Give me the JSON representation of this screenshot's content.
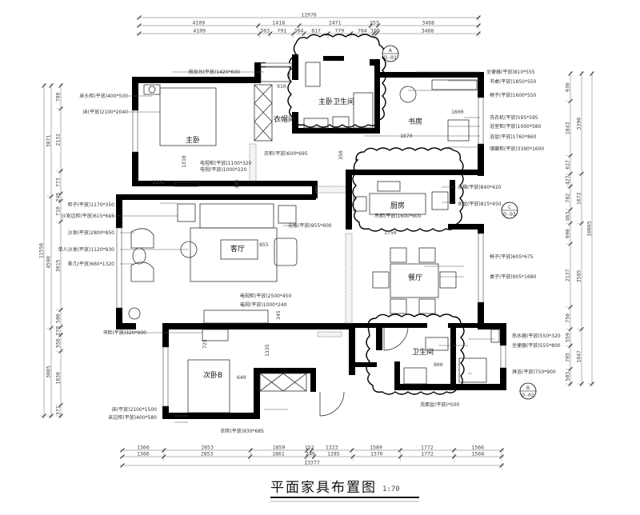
{
  "title": "平面家具布置图",
  "scale": "1:70",
  "rooms": {
    "master_bedroom": "主卧",
    "cloakroom": "衣帽间",
    "master_bath": "主卧卫生间",
    "study": "书房",
    "kitchen": "厨房",
    "living": "客厅",
    "dining": "餐厅",
    "bathroom": "卫生间",
    "second_bedroom": "次卧B"
  },
  "annotations": {
    "nightstand": "床头柜(平放)400*500",
    "master_bed": "床(平放)2100*2040",
    "tv_cabinet_master": "电视柜(平放)1100*320",
    "tv_master": "电视(平放)1000*220",
    "cabinet_living": "柜子(平放)1170*350",
    "sofa_side": "沙发边柜(平放)615*615",
    "sofa": "沙发(平放)2800*850",
    "armchair": "单人沙发(平放)1120*930",
    "tea_table": "茶几(平放)660*1320",
    "bookcase": "书柜(平放)320*900",
    "bed_b": "床(平放)2100*1500",
    "bedside_b": "床边柜(平放)400*580",
    "wardrobe_b": "衣柜(平放)930*685",
    "dresser": "梳妆台(平放)1420*600",
    "wardrobe_cloak": "衣柜(平放)600*695",
    "tv_cabinet_living": "电视柜(平放)2500*450",
    "tv_living": "电视(平放)1000*240",
    "plant": "花瓶(平放)955*600",
    "kitchen_counter": "吊柜(平放)1600*600",
    "toilet_master": "坐便器(平放)810*555",
    "desk": "书桌(平放)1850*550",
    "chair_study": "椅子(平放)1600*550",
    "washer": "洗衣机(平放)595*595",
    "vanity": "浴室柜(平放)1000*580",
    "bathtub": "浴盆(平放)1760*860",
    "storage": "储藏柜(平放)3390*1600",
    "fridge": "冰箱(平放)840*420",
    "sink": "水盆(平放)815*450",
    "dining_chair": "椅子(平放)605*675",
    "dining_table": "桌子(平放)905*1680",
    "water_heater": "热水器(平放)550*320",
    "toilet_bath": "坐便器(平放)555*800",
    "shower": "淋浴(平放)750*900",
    "basin": "洗面盆(平放)*500"
  },
  "inner_dims": {
    "d1225": "1225",
    "d1310": "1310",
    "d910": "910",
    "d1600": "1600",
    "d1870": "1870",
    "d1750": "1750",
    "d395": "395",
    "d350": "350",
    "d855": "855",
    "d725": "725",
    "d640": "640",
    "d1335": "1335",
    "d800": "800",
    "d345": "345"
  },
  "section_markers": [
    {
      "letter": "A",
      "ref": "D-01"
    },
    {
      "letter": "C",
      "ref": "D-03"
    },
    {
      "letter": "B",
      "ref": "D-02"
    }
  ],
  "dimensions": {
    "top_total": "11976",
    "top_row1": [
      4109,
      1418,
      2471,
      253,
      3468
    ],
    "top_row2": [
      4109,
      363,
      791,
      364,
      817,
      779,
      784,
      100,
      3468
    ],
    "bottom_row1": [
      1366,
      2853,
      1859,
      152,
      1323,
      1589,
      1772,
      1566
    ],
    "bottom_row2": [
      1366,
      2853,
      1861,
      249,
      1285,
      1570,
      1772,
      1568
    ],
    "bottom_total": "13377",
    "left_total": "11556",
    "left_row1": [
      3871,
      4590,
      3065
    ],
    "left_row2": [
      788,
      2132,
      773,
      245,
      710,
      3015,
      580,
      278,
      556,
      1836,
      371
    ],
    "right_total": "10865",
    "right_row1": [
      3390,
      1672,
      3585,
      1847
    ],
    "right_row2": [
      930,
      1843,
      617,
      427,
      782,
      463,
      698,
      2137,
      750,
      559,
      785,
      503
    ]
  }
}
